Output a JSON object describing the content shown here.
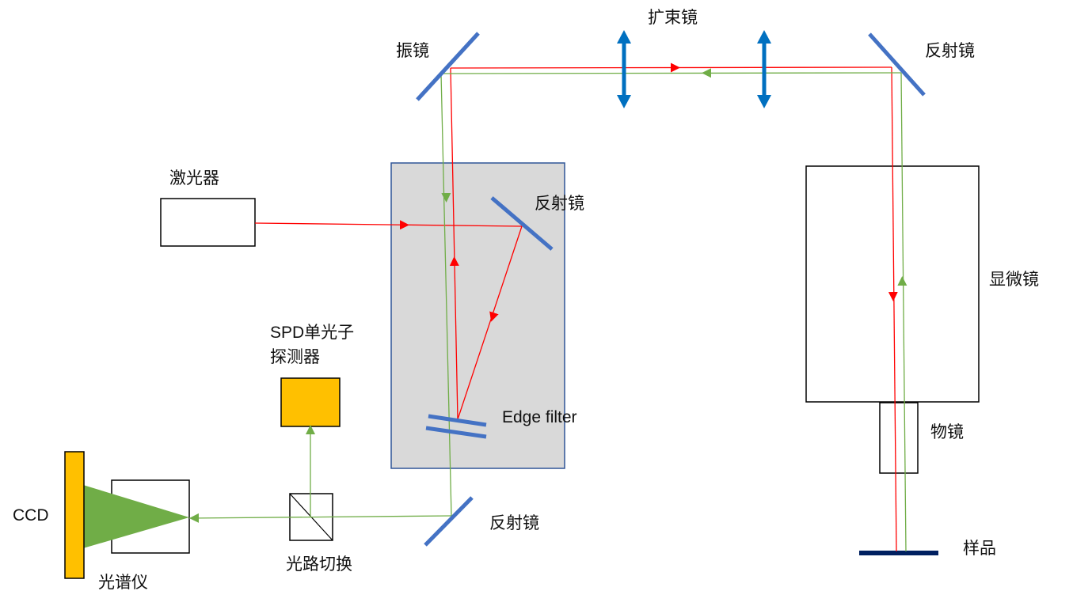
{
  "labels": {
    "beam_expander": "扩束镜",
    "galvo_mirror": "振镜",
    "mirror_top_right": "反射镜",
    "laser": "激光器",
    "mirror_inner": "反射镜",
    "microscope": "显微镜",
    "spd_line1": "SPD单光子",
    "spd_line2": "探测器",
    "edge_filter": "Edge filter",
    "objective": "物镜",
    "ccd": "CCD",
    "mirror_bottom": "反射镜",
    "sample": "样品",
    "path_switch": "光路切换",
    "spectrometer": "光谱仪"
  },
  "colors": {
    "excitation_beam": "#ff0000",
    "signal_beam": "#70ad47",
    "optic_blue": "#4472c4",
    "lens_blue": "#0070c0",
    "detector_yellow": "#ffc000",
    "sample_navy": "#002060",
    "filter_box_fill": "#d9d9d9",
    "filter_box_border": "#2f5597"
  }
}
